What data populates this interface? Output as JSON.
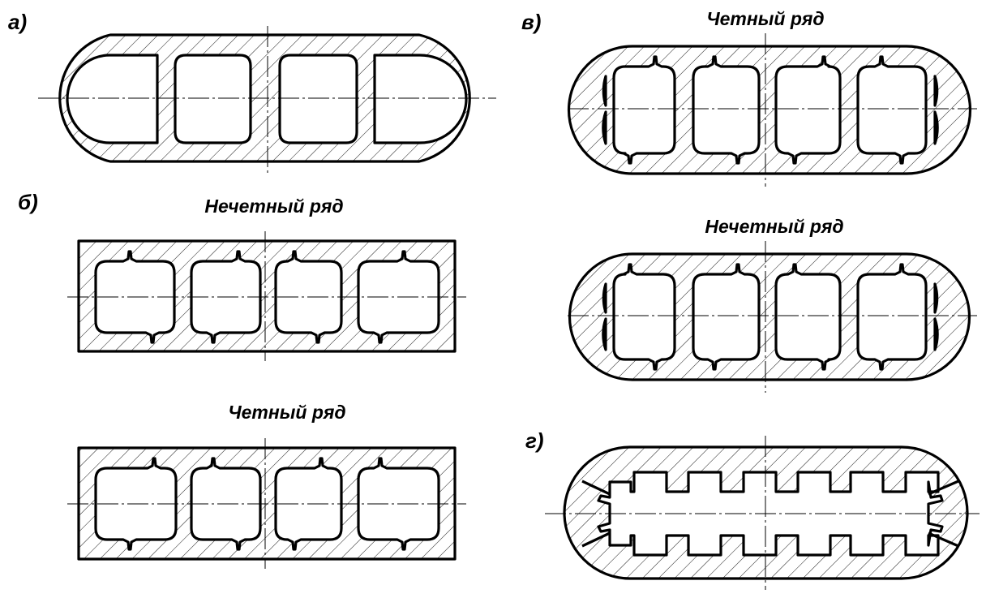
{
  "labels": {
    "a": "а)",
    "b": "б)",
    "v": "в)",
    "g": "г)"
  },
  "titles": {
    "b_odd": "Нечетный ряд",
    "b_even": "Четный ряд",
    "v_even": "Четный ряд",
    "v_odd": "Нечетный ряд"
  },
  "colors": {
    "line": "#000000",
    "background": "#ffffff"
  }
}
